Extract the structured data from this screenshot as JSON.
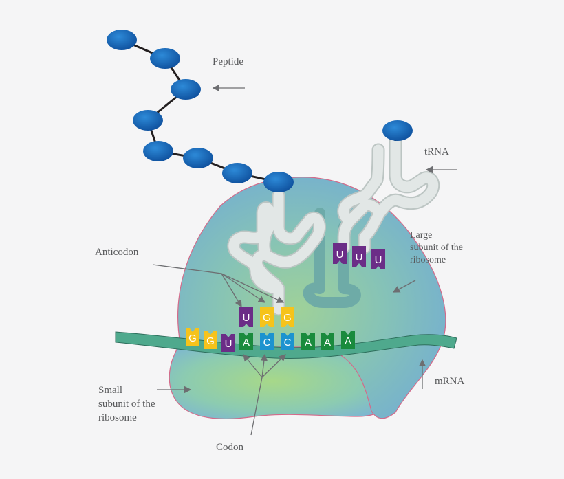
{
  "labels": {
    "peptide": "Peptide",
    "trna": "tRNA",
    "anticodon": "Anticodon",
    "large_subunit": [
      "Large",
      "subunit of the",
      "ribosome"
    ],
    "small_subunit": [
      "Small",
      "subunit of the",
      "ribosome"
    ],
    "codon": "Codon",
    "mrna": "mRNA"
  },
  "anticodon_site": [
    "U",
    "G",
    "G"
  ],
  "incoming_trna_anticodon": [
    "U",
    "U",
    "U"
  ],
  "mrna_bases": [
    "G",
    "G",
    "U",
    "A",
    "C",
    "C",
    "A",
    "A",
    "A"
  ],
  "colors": {
    "background": "#f5f5f6",
    "amino_acid": "#1f6fc0",
    "peptide_bond": "#231f20",
    "trna_body": "#d8dedd",
    "trna_outline": "#9aa8a6",
    "mrna_strand": "#4fa98d",
    "ribosome_outline": "#d46a8a",
    "G": "#f6c31b",
    "U": "#6b2d87",
    "A": "#1a8b3d",
    "C": "#1c93cf",
    "label": "#58595b"
  }
}
